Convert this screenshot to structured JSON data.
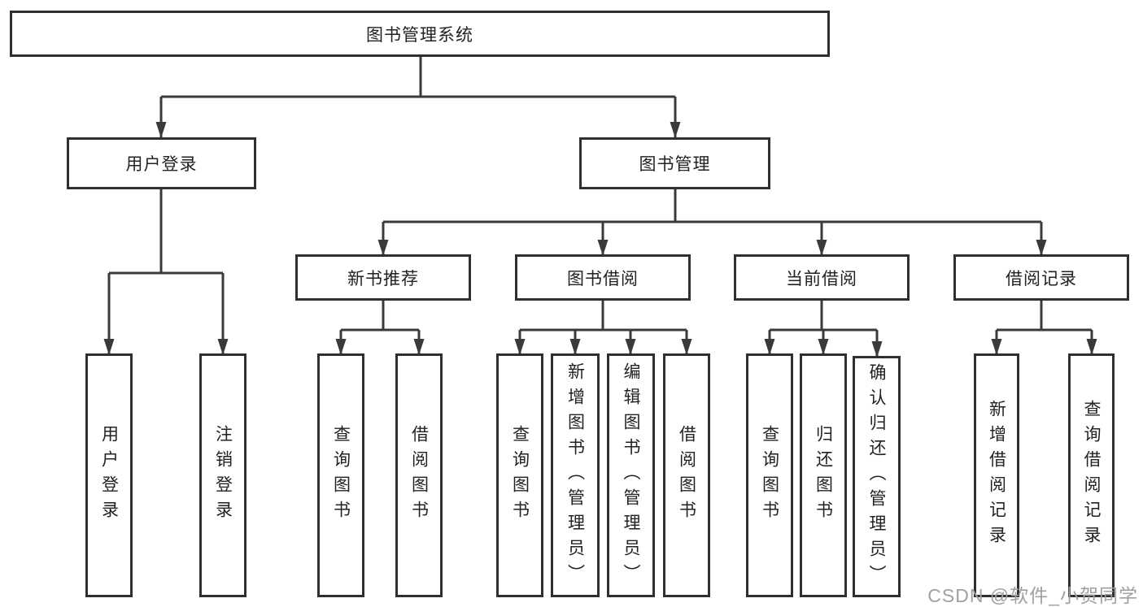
{
  "root": {
    "label": "图书管理系统"
  },
  "user_login": {
    "label": "用户登录",
    "children": [
      {
        "label": "用户登录"
      },
      {
        "label": "注销登录"
      }
    ]
  },
  "book_mgmt": {
    "label": "图书管理",
    "sections": [
      {
        "label": "新书推荐",
        "children": [
          {
            "label": "查询图书"
          },
          {
            "label": "借阅图书"
          }
        ]
      },
      {
        "label": "图书借阅",
        "children": [
          {
            "label": "查询图书"
          },
          {
            "label": "新增图书（管理员）"
          },
          {
            "label": "编辑图书（管理员）"
          },
          {
            "label": "借阅图书"
          }
        ]
      },
      {
        "label": "当前借阅",
        "children": [
          {
            "label": "查询图书"
          },
          {
            "label": "归还图书"
          },
          {
            "label": "确认归还（管理员）"
          }
        ]
      },
      {
        "label": "借阅记录",
        "children": [
          {
            "label": "新增借阅记录"
          },
          {
            "label": "查询借阅记录"
          }
        ]
      }
    ]
  },
  "watermark": {
    "text": "CSDN @软件_小贺同学"
  },
  "colors": {
    "line": "#3a3a3a",
    "border": "#2f2f2f",
    "text": "#222222",
    "watermark": "#a0a0a0",
    "background": "#ffffff"
  }
}
